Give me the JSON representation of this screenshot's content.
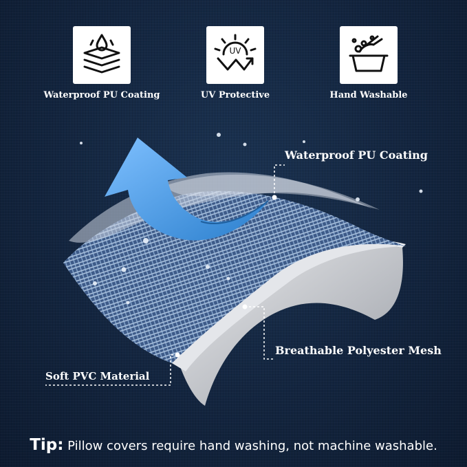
{
  "features": [
    {
      "icon": "waterproof-layers-icon",
      "label": "Waterproof PU Coating"
    },
    {
      "icon": "uv-sun-icon",
      "label": "UV Protective",
      "icon_text": "UV"
    },
    {
      "icon": "hand-wash-icon",
      "label": "Hand Washable"
    }
  ],
  "callouts": {
    "waterproof": "Waterproof PU Coating",
    "breathable": "Breathable Polyester Mesh",
    "soft_pvc": "Soft PVC Material"
  },
  "tip": {
    "label": "Tip:",
    "text": " Pillow covers require hand washing, not machine washable."
  },
  "colors": {
    "background": "#13253f",
    "arrow": "#3a8fd6",
    "mesh": "#5b78a8",
    "pvc_layer": "#d4d6da",
    "text": "#ffffff"
  }
}
